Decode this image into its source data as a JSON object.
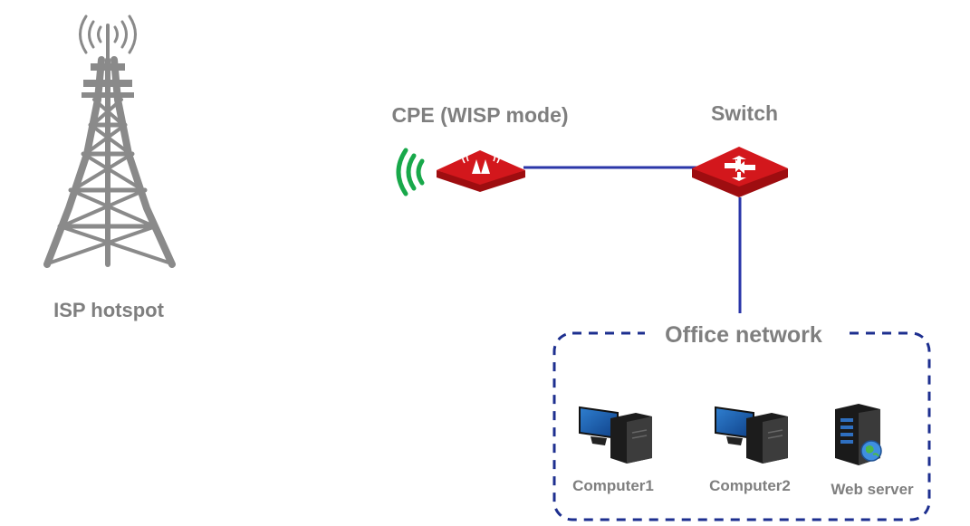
{
  "labels": {
    "isp": "ISP hotspot",
    "cpe": "CPE (WISP mode)",
    "switch": "Switch",
    "office": "Office network",
    "computer1": "Computer1",
    "computer2": "Computer2",
    "webserver": "Web server"
  },
  "colors": {
    "tower": "#8a8a8a",
    "label_text": "#7f7f7f",
    "link": "#2a36a8",
    "device_red": "#d3171c",
    "wifi_green": "#18a84a",
    "office_border": "#1d2f8f"
  },
  "icons": {
    "tower": "radio-tower-icon",
    "cpe": "cpe-router-icon",
    "switch": "switch-icon",
    "wifi": "wifi-signal-icon",
    "computer": "desktop-computer-icon",
    "server": "web-server-icon"
  }
}
